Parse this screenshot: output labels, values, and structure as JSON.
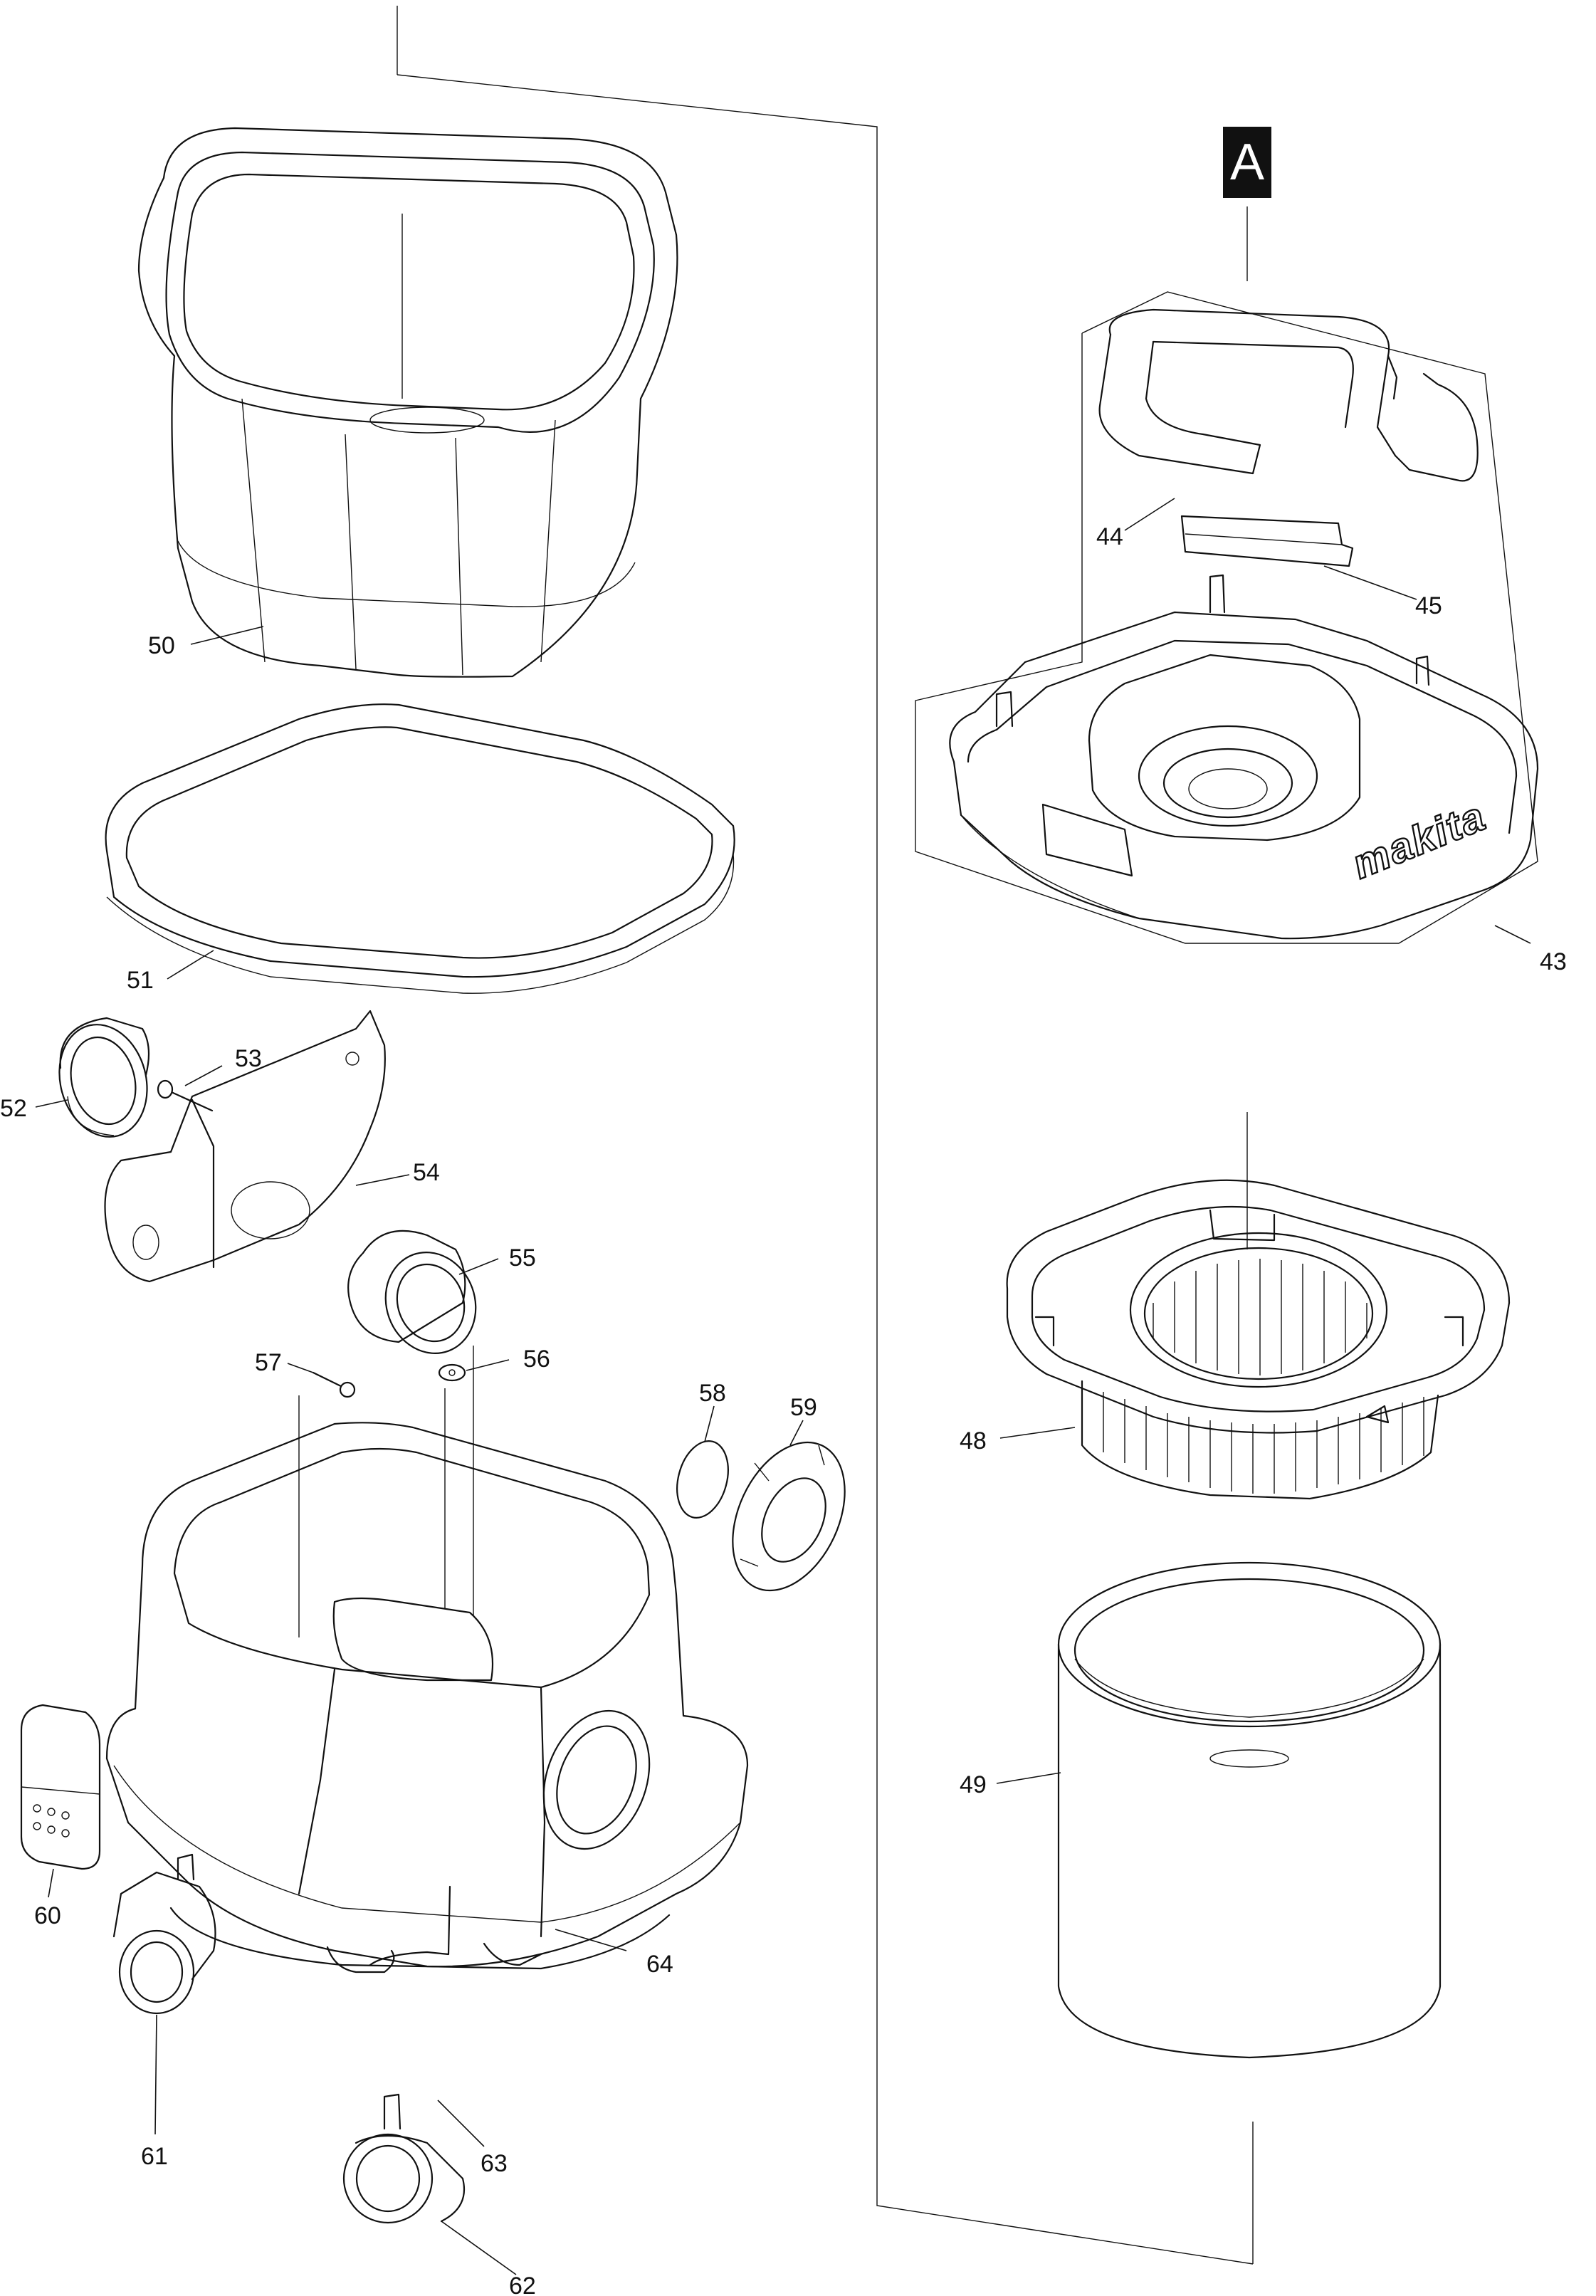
{
  "section_marker": "A",
  "brand": "makita",
  "parts": [
    {
      "id": "p50",
      "num": "50"
    },
    {
      "id": "p51",
      "num": "51"
    },
    {
      "id": "p52",
      "num": "52"
    },
    {
      "id": "p53",
      "num": "53"
    },
    {
      "id": "p54",
      "num": "54"
    },
    {
      "id": "p55",
      "num": "55"
    },
    {
      "id": "p56",
      "num": "56"
    },
    {
      "id": "p57",
      "num": "57"
    },
    {
      "id": "p58",
      "num": "58"
    },
    {
      "id": "p59",
      "num": "59"
    },
    {
      "id": "p60",
      "num": "60"
    },
    {
      "id": "p61",
      "num": "61"
    },
    {
      "id": "p62",
      "num": "62"
    },
    {
      "id": "p63",
      "num": "63"
    },
    {
      "id": "p64",
      "num": "64"
    },
    {
      "id": "p43",
      "num": "43"
    },
    {
      "id": "p44",
      "num": "44"
    },
    {
      "id": "p45",
      "num": "45"
    },
    {
      "id": "p48",
      "num": "48"
    },
    {
      "id": "p49",
      "num": "49"
    }
  ]
}
